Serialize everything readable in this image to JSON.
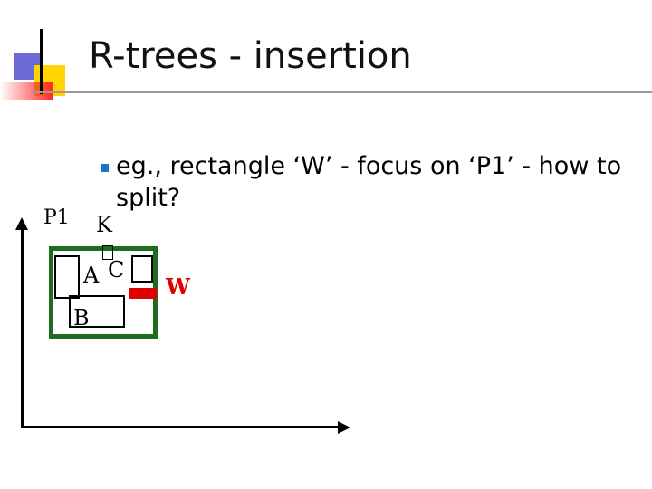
{
  "slide": {
    "title": "R-trees - insertion",
    "bullet": "eg., rectangle ‘W’ - focus on ‘P1’ - how to split?",
    "labels": {
      "p1": "P1",
      "k": "K",
      "a": "A",
      "c": "C",
      "b": "B",
      "w": "W"
    }
  },
  "colors": {
    "bullet": "#1e73c9",
    "node_k_border": "#1f6b1f",
    "new_rect_w": "#e00000",
    "logo_blue": "#6b6bd6",
    "logo_yellow": "#ffd400",
    "logo_red": "#ff2a2a"
  }
}
